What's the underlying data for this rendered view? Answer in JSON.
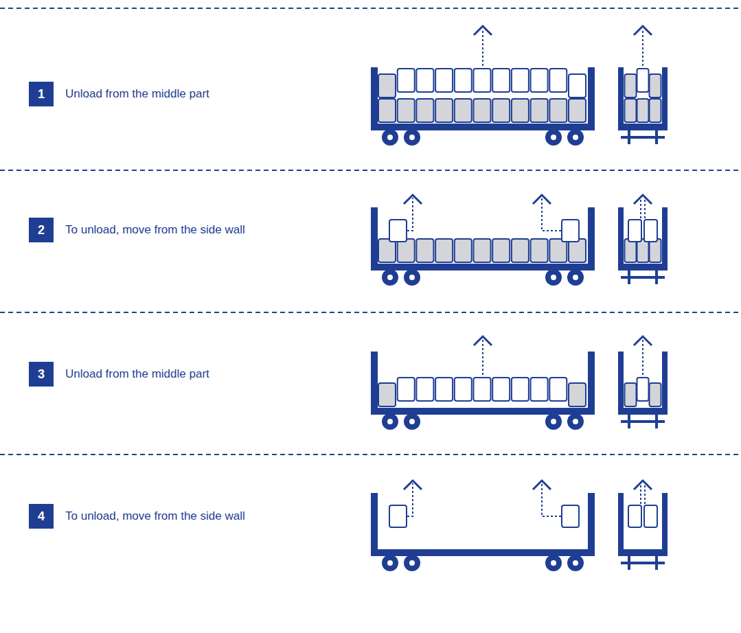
{
  "diagram": {
    "nodes": [
      {
        "text": [
          "1"
        ]
      },
      {
        "text": [
          "2"
        ]
      },
      {
        "text": [
          "3"
        ]
      },
      {
        "text": [
          "4"
        ]
      }
    ],
    "labels": [
      "Unload from the middle part",
      "To unload, move from the side wall",
      "Unload from the middle part",
      "To unload, move from the side wall"
    ]
  }
}
